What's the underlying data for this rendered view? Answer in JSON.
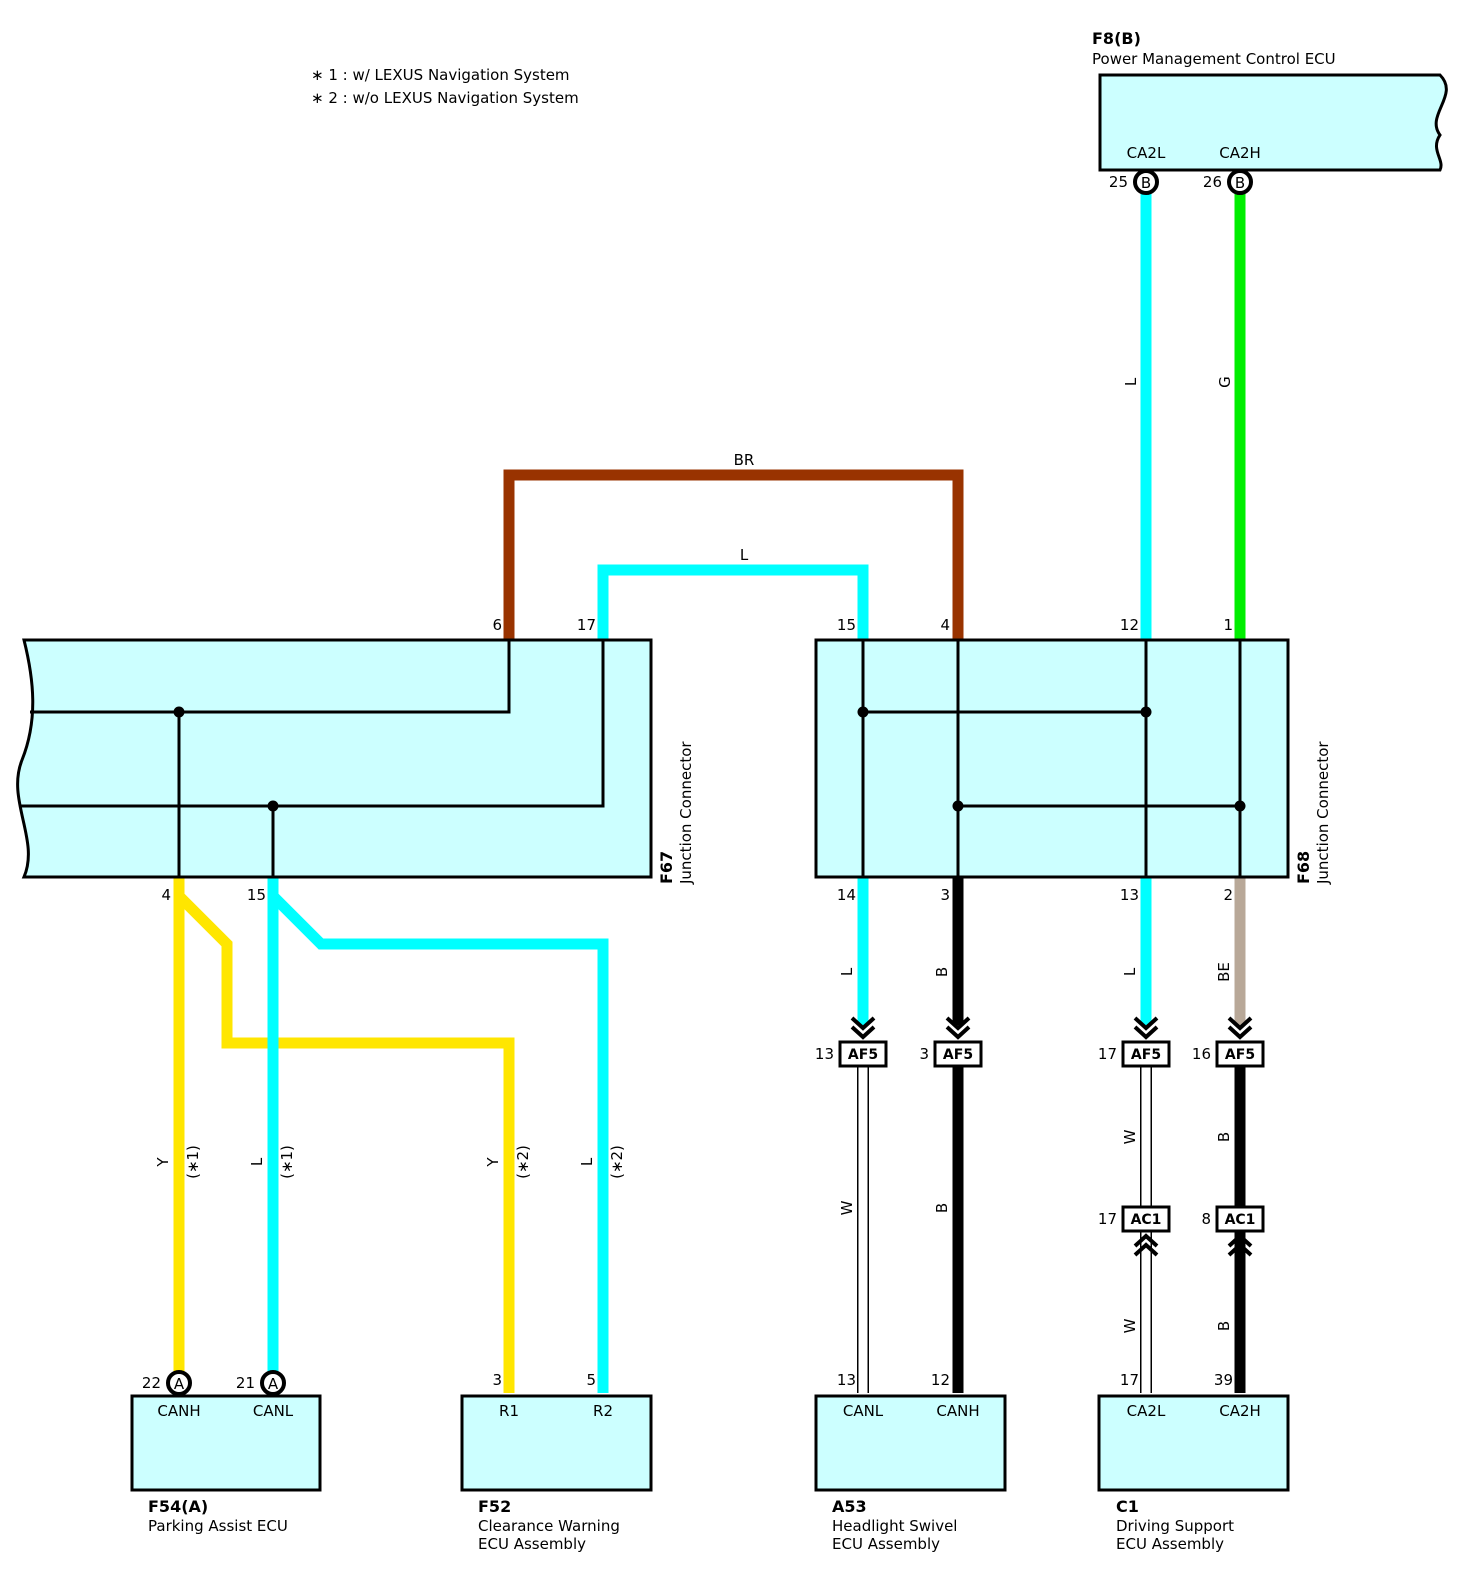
{
  "notes": {
    "note1": "∗ 1 : w/ LEXUS Navigation System",
    "note2": "∗ 2 : w/o LEXUS Navigation System"
  },
  "components": {
    "f8": {
      "code": "F8(B)",
      "name": "Power Management Control ECU",
      "pin_a_label": "CA2L",
      "pin_b_label": "CA2H",
      "pin_a_num": "25",
      "pin_b_num": "26",
      "pin_marker": "B"
    },
    "f67": {
      "code": "F67",
      "name": "Junction Connector",
      "top_pin_a": "6",
      "top_pin_b": "17",
      "bottom_pin_a": "4",
      "bottom_pin_b": "15"
    },
    "f68": {
      "code": "F68",
      "name": "Junction Connector",
      "top_pins": [
        "15",
        "4",
        "12",
        "1"
      ],
      "bottom_pins": [
        "14",
        "3",
        "13",
        "2"
      ]
    },
    "f54": {
      "code": "F54(A)",
      "name": "Parking Assist ECU",
      "pin_a_label": "CANH",
      "pin_b_label": "CANL",
      "pin_a_num": "22",
      "pin_b_num": "21",
      "pin_marker": "A"
    },
    "f52": {
      "code": "F52",
      "name_line1": "Clearance Warning",
      "name_line2": "ECU Assembly",
      "pin_a_label": "R1",
      "pin_b_label": "R2",
      "pin_a_num": "3",
      "pin_b_num": "5"
    },
    "a53": {
      "code": "A53",
      "name_line1": "Headlight Swivel",
      "name_line2": "ECU Assembly",
      "pin_a_label": "CANL",
      "pin_b_label": "CANH",
      "pin_a_num": "13",
      "pin_b_num": "12"
    },
    "c1": {
      "code": "C1",
      "name_line1": "Driving Support",
      "name_line2": "ECU Assembly",
      "pin_a_label": "CA2L",
      "pin_b_label": "CA2H",
      "pin_a_num": "17",
      "pin_b_num": "39"
    }
  },
  "inline_connectors": {
    "af5": {
      "label": "AF5",
      "pins": [
        "13",
        "3",
        "17",
        "16"
      ]
    },
    "ac1": {
      "label": "AC1",
      "pins": [
        "17",
        "8"
      ]
    }
  },
  "wire_colors": {
    "br": "BR",
    "l": "L",
    "g": "G",
    "y": "Y",
    "w": "W",
    "b": "B",
    "be": "BE"
  },
  "variant_tags": {
    "v1": "(∗1)",
    "v2": "(∗2)"
  },
  "colors": {
    "brown": "#993300",
    "cyan": "#00ffff",
    "green": "#00ee00",
    "yellow": "#ffe600",
    "black": "#000000",
    "beige": "#b8a898",
    "white_wire": "#ffffff",
    "box_fill": "#ccffff"
  }
}
